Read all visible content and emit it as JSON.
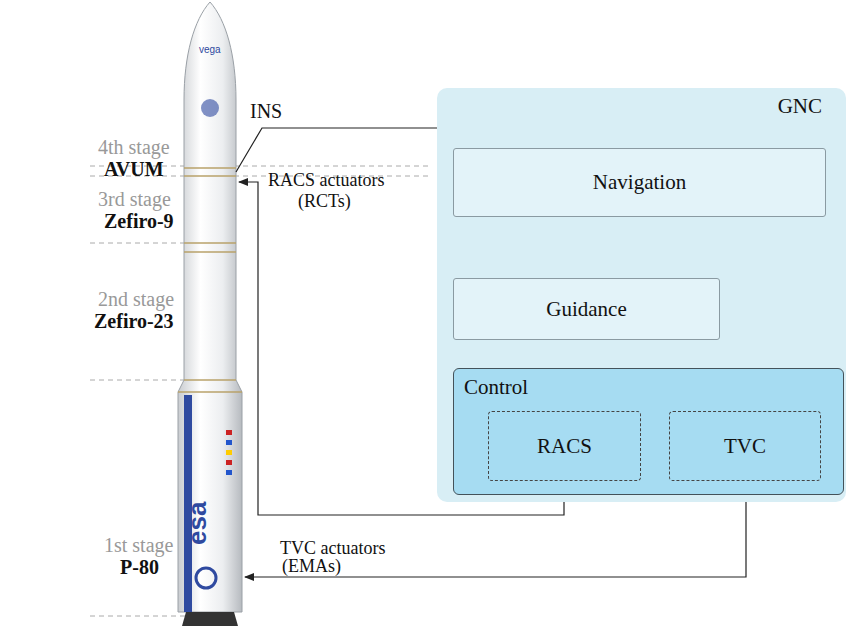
{
  "diagram": {
    "nodes": [
      {
        "text": [
          "GNC"
        ]
      },
      {
        "text": [
          "Navigation"
        ],
        "in": 0
      },
      {
        "text": [
          "Guidance"
        ],
        "in": 0
      },
      {
        "text": [
          "Control"
        ],
        "in": 0
      },
      {
        "text": [
          "RACS"
        ],
        "in": 3
      },
      {
        "text": [
          "TVC"
        ],
        "in": 3
      }
    ],
    "edges": [
      {
        "from": 1,
        "to": 2,
        "arrow": "to"
      },
      {
        "from": 1,
        "to": 5,
        "arrow": "to"
      },
      {
        "from": 2,
        "to": 4,
        "arrow": "to"
      },
      {
        "from": 2,
        "to": 5,
        "arrow": "to"
      }
    ],
    "labels": [
      "4th stage",
      "AVUM",
      "3rd stage",
      "Zefiro-9",
      "2nd stage",
      "Zefiro-23",
      "1st stage",
      "P-80",
      "INS",
      "RACS actuators",
      "(RCTs)",
      "TVC actuators",
      "(EMAs)",
      "esa",
      "vega"
    ]
  }
}
